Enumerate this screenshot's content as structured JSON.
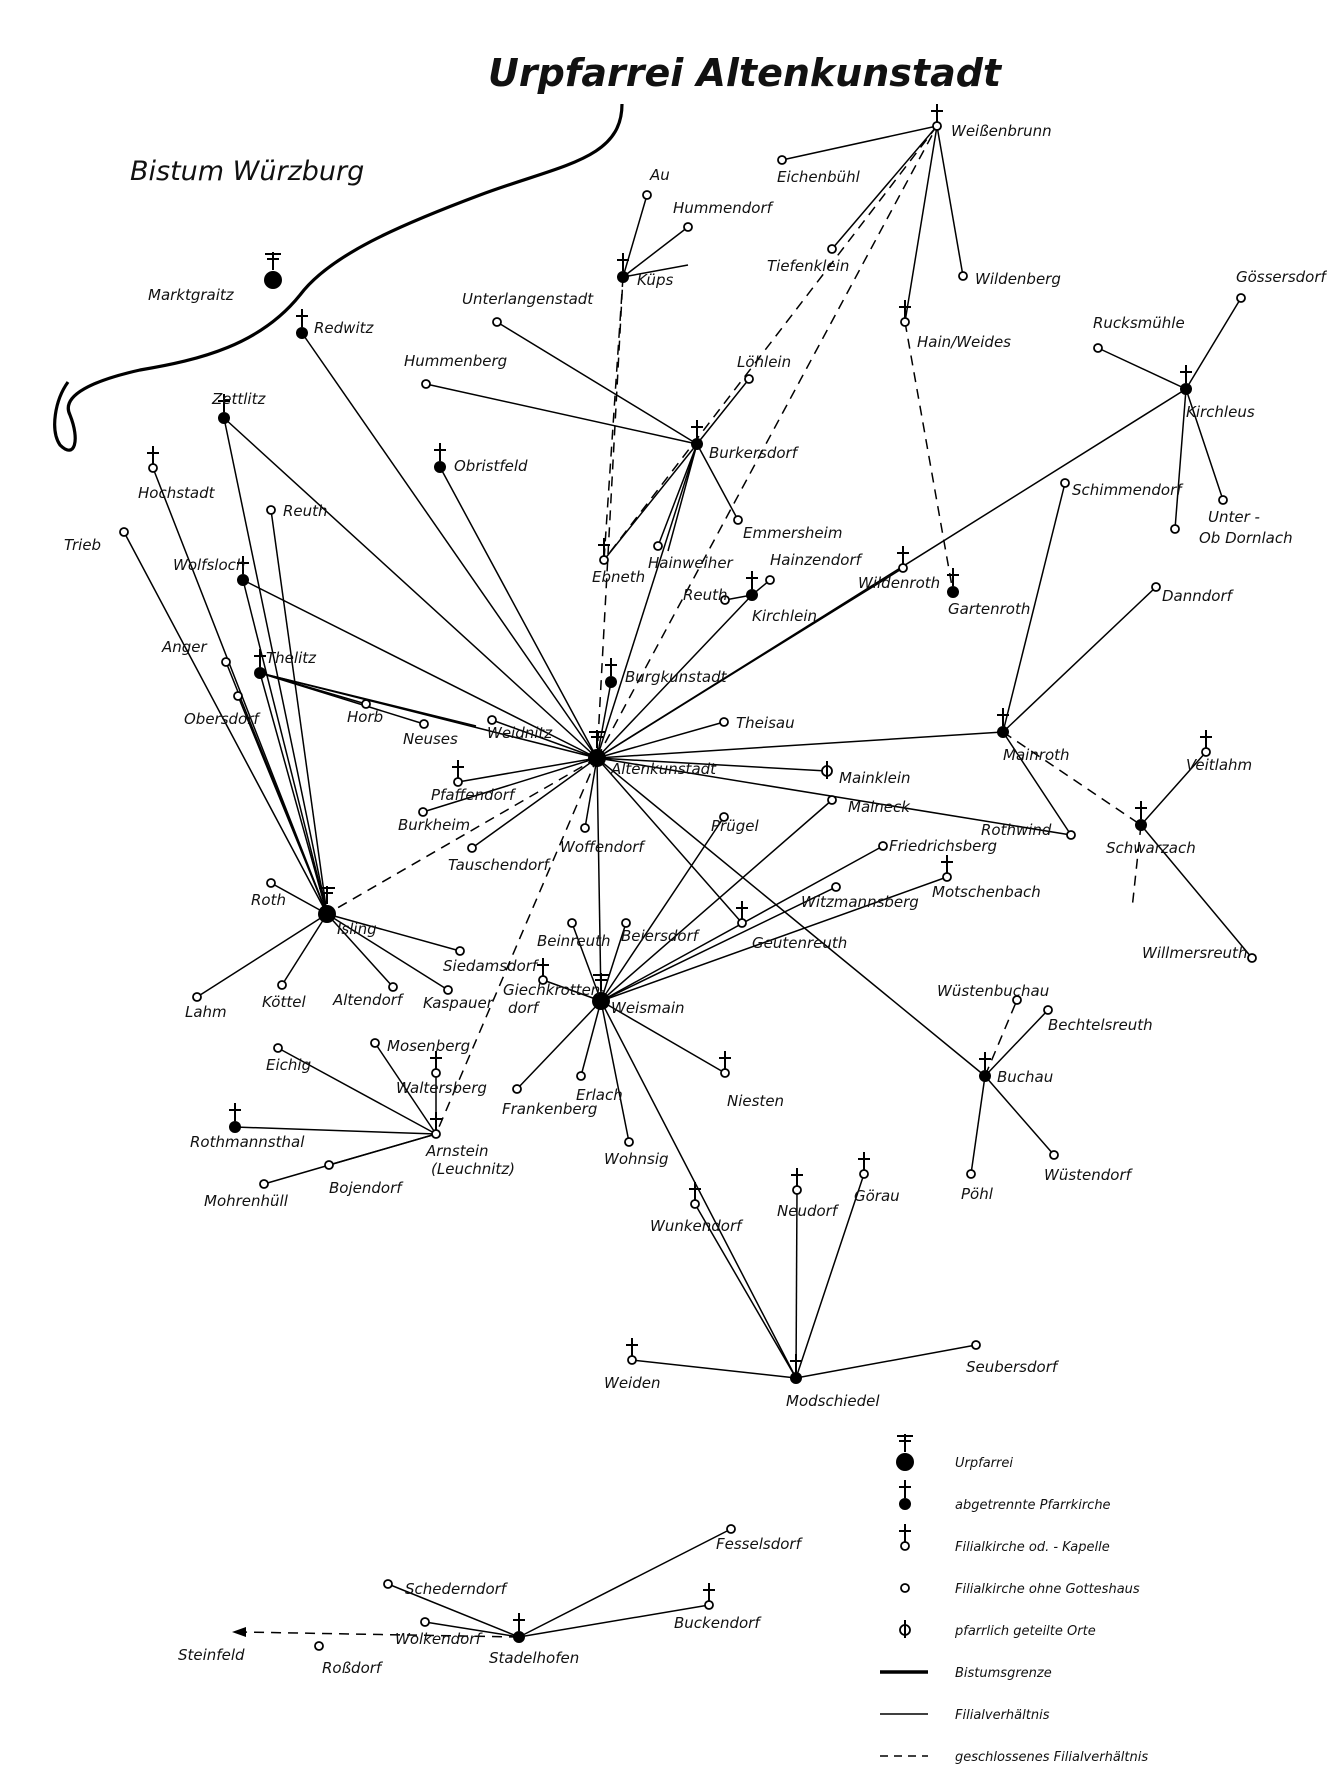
{
  "title": "Urpfarrei Altenkunstadt",
  "region": "Bistum Würzburg",
  "places": [
    {
      "id": "marktgraitz",
      "name": "Marktgraitz",
      "type": "urpfarrei"
    },
    {
      "id": "redwitz",
      "name": "Redwitz",
      "type": "pfarrkirche"
    },
    {
      "id": "au",
      "name": "Au",
      "type": "filiale"
    },
    {
      "id": "hummendorf",
      "name": "Hummendorf",
      "type": "filiale"
    },
    {
      "id": "kups",
      "name": "Küps",
      "type": "pfarrkirche"
    },
    {
      "id": "weissenbrunn",
      "name": "Weißenbrunn",
      "type": "kapelle"
    },
    {
      "id": "eichenbuhl",
      "name": "Eichenbühl",
      "type": "filiale"
    },
    {
      "id": "tiefenklein",
      "name": "Tiefenklein",
      "type": "filiale"
    },
    {
      "id": "wildenberg",
      "name": "Wildenberg",
      "type": "filiale"
    },
    {
      "id": "hainweides",
      "name": "Hain/Weides",
      "type": "kapelle"
    },
    {
      "id": "gossersdorf",
      "name": "Gössersdorf",
      "type": "filiale"
    },
    {
      "id": "rucksmuhle",
      "name": "Rucksmühle",
      "type": "filiale"
    },
    {
      "id": "kirchleus",
      "name": "Kirchleus",
      "type": "pfarrkirche"
    },
    {
      "id": "schimmendorf",
      "name": "Schimmendorf",
      "type": "filiale"
    },
    {
      "id": "unterdornlach",
      "name": "Unter -",
      "type": "filiale"
    },
    {
      "id": "oberdornlach",
      "name": "Ob Dornlach",
      "type": "filiale"
    },
    {
      "id": "unterlangenstadt",
      "name": "Unterlangenstadt",
      "type": "filiale"
    },
    {
      "id": "hummenberg",
      "name": "Hummenberg",
      "type": "filiale"
    },
    {
      "id": "lohlein",
      "name": "Löhlein",
      "type": "filiale"
    },
    {
      "id": "burkersdorf",
      "name": "Burkersdorf",
      "type": "pfarrkirche"
    },
    {
      "id": "emmersheim",
      "name": "Emmersheim",
      "type": "filiale"
    },
    {
      "id": "zettlitz",
      "name": "Zettlitz",
      "type": "pfarrkirche"
    },
    {
      "id": "obristfeld",
      "name": "Obristfeld",
      "type": "pfarrkirche"
    },
    {
      "id": "hochstadt",
      "name": "Hochstadt",
      "type": "kapelle"
    },
    {
      "id": "reuth1",
      "name": "Reuth",
      "type": "filiale"
    },
    {
      "id": "trieb",
      "name": "Trieb",
      "type": "filiale"
    },
    {
      "id": "wolfsloch",
      "name": "Wolfsloch",
      "type": "pfarrkirche"
    },
    {
      "id": "ebneth",
      "name": "Ebneth",
      "type": "kapelle"
    },
    {
      "id": "hainweiher",
      "name": "Hainweiher",
      "type": "filiale"
    },
    {
      "id": "hainzendorf",
      "name": "Hainzendorf",
      "type": "filiale"
    },
    {
      "id": "reuth2",
      "name": "Reuth",
      "type": "filiale"
    },
    {
      "id": "kirchlein",
      "name": "Kirchlein",
      "type": "pfarrkirche"
    },
    {
      "id": "wildenroth",
      "name": "Wildenroth",
      "type": "kapelle"
    },
    {
      "id": "gartenroth",
      "name": "Gartenroth",
      "type": "pfarrkirche"
    },
    {
      "id": "danndorf",
      "name": "Danndorf",
      "type": "filiale"
    },
    {
      "id": "anger",
      "name": "Anger",
      "type": "filiale"
    },
    {
      "id": "thelitz",
      "name": "Thelitz",
      "type": "pfarrkirche"
    },
    {
      "id": "burgkunstadt",
      "name": "Burgkunstadt",
      "type": "pfarrkirche"
    },
    {
      "id": "obersdorf",
      "name": "Obersdorf",
      "type": "filiale"
    },
    {
      "id": "horb",
      "name": "Horb",
      "type": "filiale"
    },
    {
      "id": "neuses",
      "name": "Neuses",
      "type": "filiale"
    },
    {
      "id": "weidnitz",
      "name": "Weidnitz",
      "type": "filiale"
    },
    {
      "id": "theisau",
      "name": "Theisau",
      "type": "filiale"
    },
    {
      "id": "mainroth",
      "name": "Mainroth",
      "type": "pfarrkirche"
    },
    {
      "id": "veitlahm",
      "name": "Veitlahm",
      "type": "kapelle"
    },
    {
      "id": "altenkunstadt",
      "name": "Altenkunstadt",
      "type": "urpfarrei"
    },
    {
      "id": "mainklein",
      "name": "Mainklein",
      "type": "geteilt"
    },
    {
      "id": "pfaffendorf",
      "name": "Pfaffendorf",
      "type": "kapelle"
    },
    {
      "id": "burkheim",
      "name": "Burkheim",
      "type": "filiale"
    },
    {
      "id": "prugel",
      "name": "Prügel",
      "type": "filiale"
    },
    {
      "id": "maineck",
      "name": "Maineck",
      "type": "filiale"
    },
    {
      "id": "rothwind",
      "name": "Rothwind",
      "type": "filiale"
    },
    {
      "id": "schwarzach",
      "name": "Schwarzach",
      "type": "pfarrkirche"
    },
    {
      "id": "woffendorf",
      "name": "Woffendorf",
      "type": "filiale"
    },
    {
      "id": "friedrichsberg",
      "name": "Friedrichsberg",
      "type": "filiale"
    },
    {
      "id": "motschenbach",
      "name": "Motschenbach",
      "type": "kapelle"
    },
    {
      "id": "tauschendorf",
      "name": "Tauschendorf",
      "type": "filiale"
    },
    {
      "id": "witzmannsberg",
      "name": "Witzmannsberg",
      "type": "filiale"
    },
    {
      "id": "roth",
      "name": "Roth",
      "type": "filiale"
    },
    {
      "id": "isling",
      "name": "Isling",
      "type": "urpfarrei"
    },
    {
      "id": "beinreuth",
      "name": "Beinreuth",
      "type": "filiale"
    },
    {
      "id": "geutenreuth",
      "name": "Geutenreuth",
      "type": "kapelle"
    },
    {
      "id": "beiersdorf",
      "name": "Beiersdorf",
      "type": "filiale"
    },
    {
      "id": "willmersreuth",
      "name": "Willmersreuth",
      "type": "filiale"
    },
    {
      "id": "siedamsdorf",
      "name": "Siedamsdorf",
      "type": "filiale"
    },
    {
      "id": "lahm",
      "name": "Lahm",
      "type": "filiale"
    },
    {
      "id": "kottel",
      "name": "Köttel",
      "type": "filiale"
    },
    {
      "id": "altendorf",
      "name": "Altendorf",
      "type": "filiale"
    },
    {
      "id": "kaspauer",
      "name": "Kaspauer",
      "type": "filiale"
    },
    {
      "id": "giechkrottendorf",
      "name": "Giechkrotten-",
      "name2": "dorf",
      "type": "kapelle"
    },
    {
      "id": "weismain",
      "name": "Weismain",
      "type": "urpfarrei"
    },
    {
      "id": "wustenbuchau",
      "name": "Wüstenbuchau",
      "type": "filiale"
    },
    {
      "id": "bechtelsreuth",
      "name": "Bechtelsreuth",
      "type": "filiale"
    },
    {
      "id": "mosenberg",
      "name": "Mosenberg",
      "type": "filiale"
    },
    {
      "id": "eichig",
      "name": "Eichig",
      "type": "filiale"
    },
    {
      "id": "waltersberg",
      "name": "Waltersberg",
      "type": "kapelle"
    },
    {
      "id": "frankenberg",
      "name": "Frankenberg",
      "type": "filiale"
    },
    {
      "id": "erlach",
      "name": "Erlach",
      "type": "filiale"
    },
    {
      "id": "niesten",
      "name": "Niesten",
      "type": "kapelle"
    },
    {
      "id": "buchau",
      "name": "Buchau",
      "type": "pfarrkirche"
    },
    {
      "id": "rothmannsthal",
      "name": "Rothmannsthal",
      "type": "pfarrkirche"
    },
    {
      "id": "arnstein",
      "name": "Arnstein",
      "name2": "(Leuchnitz)",
      "type": "kapelle"
    },
    {
      "id": "wohnsig",
      "name": "Wohnsig",
      "type": "filiale"
    },
    {
      "id": "bojendorf",
      "name": "Bojendorf",
      "type": "filiale"
    },
    {
      "id": "wustendorf",
      "name": "Wüstendorf",
      "type": "filiale"
    },
    {
      "id": "pohl",
      "name": "Pöhl",
      "type": "filiale"
    },
    {
      "id": "mohrenhull",
      "name": "Mohrenhüll",
      "type": "filiale"
    },
    {
      "id": "wunkendorf",
      "name": "Wunkendorf",
      "type": "kapelle"
    },
    {
      "id": "neudorf",
      "name": "Neudorf",
      "type": "kapelle"
    },
    {
      "id": "gorau",
      "name": "Görau",
      "type": "kapelle"
    },
    {
      "id": "weiden",
      "name": "Weiden",
      "type": "kapelle"
    },
    {
      "id": "modschiedel",
      "name": "Modschiedel",
      "type": "pfarrkirche"
    },
    {
      "id": "seubersdorf",
      "name": "Seubersdorf",
      "type": "filiale"
    },
    {
      "id": "fesselsdorf",
      "name": "Fesselsdorf",
      "type": "filiale"
    },
    {
      "id": "schederndorf",
      "name": "Schederndorf",
      "type": "filiale"
    },
    {
      "id": "buckendorf",
      "name": "Buckendorf",
      "type": "kapelle"
    },
    {
      "id": "wolkendorf",
      "name": "Wolkendorf",
      "type": "filiale"
    },
    {
      "id": "steinfeld",
      "name": "Steinfeld",
      "type": "none"
    },
    {
      "id": "rossdorf",
      "name": "Roßdorf",
      "type": "filiale"
    },
    {
      "id": "stadelhofen",
      "name": "Stadelhofen",
      "type": "pfarrkirche"
    }
  ],
  "connections": [
    [
      "altenkunstadt",
      "redwitz",
      "s"
    ],
    [
      "altenkunstadt",
      "zettlitz",
      "s"
    ],
    [
      "altenkunstadt",
      "obristfeld",
      "s"
    ],
    [
      "altenkunstadt",
      "wolfsloch",
      "s"
    ],
    [
      "altenkunstadt",
      "thelitz",
      "s"
    ],
    [
      "altenkunstadt",
      "burgkunstadt",
      "s"
    ],
    [
      "altenkunstadt",
      "burkersdorf",
      "s"
    ],
    [
      "altenkunstadt",
      "kirchlein",
      "s"
    ],
    [
      "altenkunstadt",
      "wildenroth",
      "s"
    ],
    [
      "altenkunstadt",
      "kirchleus",
      "s"
    ],
    [
      "altenkunstadt",
      "theisau",
      "s"
    ],
    [
      "altenkunstadt",
      "mainroth",
      "s"
    ],
    [
      "altenkunstadt",
      "mainklein",
      "s"
    ],
    [
      "altenkunstadt",
      "rothwind",
      "s"
    ],
    [
      "altenkunstadt",
      "pfaffendorf",
      "s"
    ],
    [
      "altenkunstadt",
      "burkheim",
      "s"
    ],
    [
      "altenkunstadt",
      "tauschendorf",
      "s"
    ],
    [
      "altenkunstadt",
      "woffendorf",
      "s"
    ],
    [
      "altenkunstadt",
      "weismain",
      "s"
    ],
    [
      "altenkunstadt",
      "geutenreuth",
      "s"
    ],
    [
      "altenkunstadt",
      "buchau",
      "s"
    ],
    [
      "altenkunstadt",
      "weidnitz",
      "s"
    ],
    [
      "altenkunstadt",
      "kups",
      "d"
    ],
    [
      "altenkunstadt",
      "weissenbrunn",
      "d"
    ],
    [
      "altenkunstadt",
      "isling",
      "d"
    ],
    [
      "altenkunstadt",
      "arnstein",
      "d"
    ],
    [
      "weissenbrunn",
      "eichenbuhl",
      "s"
    ],
    [
      "weissenbrunn",
      "tiefenklein",
      "s"
    ],
    [
      "weissenbrunn",
      "wildenberg",
      "s"
    ],
    [
      "weissenbrunn",
      "hainweides",
      "s"
    ],
    [
      "weissenbrunn",
      "ebneth",
      "d"
    ],
    [
      "hainweides",
      "gartenroth",
      "d"
    ],
    [
      "kups",
      "au",
      "s"
    ],
    [
      "kups",
      "hummendorf",
      "s"
    ],
    [
      "kups",
      "kups_e",
      "s"
    ],
    [
      "kups",
      "ebneth",
      "d"
    ],
    [
      "burkersdorf",
      "unterlangenstadt",
      "s"
    ],
    [
      "burkersdorf",
      "hummenberg",
      "s"
    ],
    [
      "burkersdorf",
      "lohlein",
      "s"
    ],
    [
      "burkersdorf",
      "emmersheim",
      "s"
    ],
    [
      "burkersdorf",
      "ebneth",
      "s"
    ],
    [
      "burkersdorf",
      "hainweiher",
      "s"
    ],
    [
      "burkersdorf",
      "hainweiher2",
      "s"
    ],
    [
      "kirchlein",
      "reuth2",
      "s"
    ],
    [
      "kirchlein",
      "hainzendorf",
      "s"
    ],
    [
      "kirchleus",
      "rucksmuhle",
      "s"
    ],
    [
      "kirchleus",
      "gossersdorf",
      "s"
    ],
    [
      "kirchleus",
      "oberdornlach",
      "s"
    ],
    [
      "kirchleus",
      "unterdornlach",
      "s"
    ],
    [
      "mainroth",
      "schimmendorf",
      "s"
    ],
    [
      "mainroth",
      "danndorf",
      "s"
    ],
    [
      "mainroth",
      "rothwind",
      "s"
    ],
    [
      "mainroth",
      "schwarzach",
      "d"
    ],
    [
      "schwarzach",
      "veitlahm",
      "s"
    ],
    [
      "schwarzach",
      "willmersreuth",
      "s"
    ],
    [
      "schwarzach",
      "schwarzach_s",
      "d"
    ],
    [
      "isling",
      "zettlitz",
      "s"
    ],
    [
      "isling",
      "zettlitz2",
      "s"
    ],
    [
      "isling",
      "thelitz",
      "s"
    ],
    [
      "isling",
      "wolfsloch",
      "s"
    ],
    [
      "isling",
      "reuth1",
      "s"
    ],
    [
      "isling",
      "hochstadt",
      "s"
    ],
    [
      "isling",
      "trieb",
      "s"
    ],
    [
      "isling",
      "anger",
      "s"
    ],
    [
      "isling",
      "obersdorf",
      "s"
    ],
    [
      "isling",
      "roth",
      "s"
    ],
    [
      "isling",
      "lahm",
      "s"
    ],
    [
      "isling",
      "kottel",
      "s"
    ],
    [
      "isling",
      "altendorf",
      "s"
    ],
    [
      "isling",
      "kaspauer",
      "s"
    ],
    [
      "isling",
      "siedamsdorf",
      "s"
    ],
    [
      "thelitz",
      "horb",
      "s"
    ],
    [
      "thelitz",
      "neuses",
      "s"
    ],
    [
      "thelitz",
      "weidnitz2",
      "s"
    ],
    [
      "weismain",
      "beinreuth",
      "s"
    ],
    [
      "weismain",
      "beiersdorf",
      "s"
    ],
    [
      "weismain",
      "prugel",
      "s"
    ],
    [
      "weismain",
      "maineck",
      "s"
    ],
    [
      "weismain",
      "friedrichsberg",
      "s"
    ],
    [
      "weismain",
      "motschenbach",
      "s"
    ],
    [
      "weismain",
      "witzmannsberg",
      "s"
    ],
    [
      "weismain",
      "giechkrottendorf",
      "s"
    ],
    [
      "weismain",
      "frankenberg",
      "s"
    ],
    [
      "weismain",
      "erlach",
      "s"
    ],
    [
      "weismain",
      "wohnsig",
      "s"
    ],
    [
      "weismain",
      "niesten",
      "s"
    ],
    [
      "weismain",
      "modschiedel",
      "s"
    ],
    [
      "buchau",
      "wustenbuchau",
      "d"
    ],
    [
      "buchau",
      "bechtelsreuth",
      "s"
    ],
    [
      "buchau",
      "pohl",
      "s"
    ],
    [
      "buchau",
      "wustendorf",
      "s"
    ],
    [
      "arnstein",
      "eichig",
      "s"
    ],
    [
      "arnstein",
      "mosenberg",
      "s"
    ],
    [
      "arnstein",
      "waltersberg",
      "s"
    ],
    [
      "arnstein",
      "rothmannsthal",
      "s"
    ],
    [
      "arnstein",
      "bojendorf",
      "s"
    ],
    [
      "arnstein",
      "mohrenhull",
      "s"
    ],
    [
      "modschiedel",
      "wunkendorf",
      "s"
    ],
    [
      "modschiedel",
      "neudorf",
      "s"
    ],
    [
      "modschiedel",
      "gorau",
      "s"
    ],
    [
      "modschiedel",
      "weiden",
      "s"
    ],
    [
      "modschiedel",
      "seubersdorf",
      "s"
    ],
    [
      "stadelhofen",
      "fesselsdorf",
      "s"
    ],
    [
      "stadelhofen",
      "schederndorf",
      "s"
    ],
    [
      "stadelhofen",
      "buckendorf",
      "s"
    ],
    [
      "stadelhofen",
      "wolkendorf",
      "s"
    ],
    [
      "stadelhofen",
      "steinfeld",
      "d"
    ]
  ],
  "legend": [
    {
      "sym": "urpfarrei",
      "text": "Urpfarrei"
    },
    {
      "sym": "pfarrkirche",
      "text": "abgetrennte Pfarrkirche"
    },
    {
      "sym": "kapelle",
      "text": "Filialkirche od. - Kapelle"
    },
    {
      "sym": "filiale",
      "text": "Filialkirche ohne Gotteshaus"
    },
    {
      "sym": "geteilt",
      "text": "pfarrlich geteilte Orte"
    },
    {
      "sym": "border",
      "text": "Bistumsgrenze"
    },
    {
      "sym": "solid",
      "text": "Filialverhältnis"
    },
    {
      "sym": "dashed",
      "text": "geschlossenes Filialverhältnis"
    }
  ]
}
